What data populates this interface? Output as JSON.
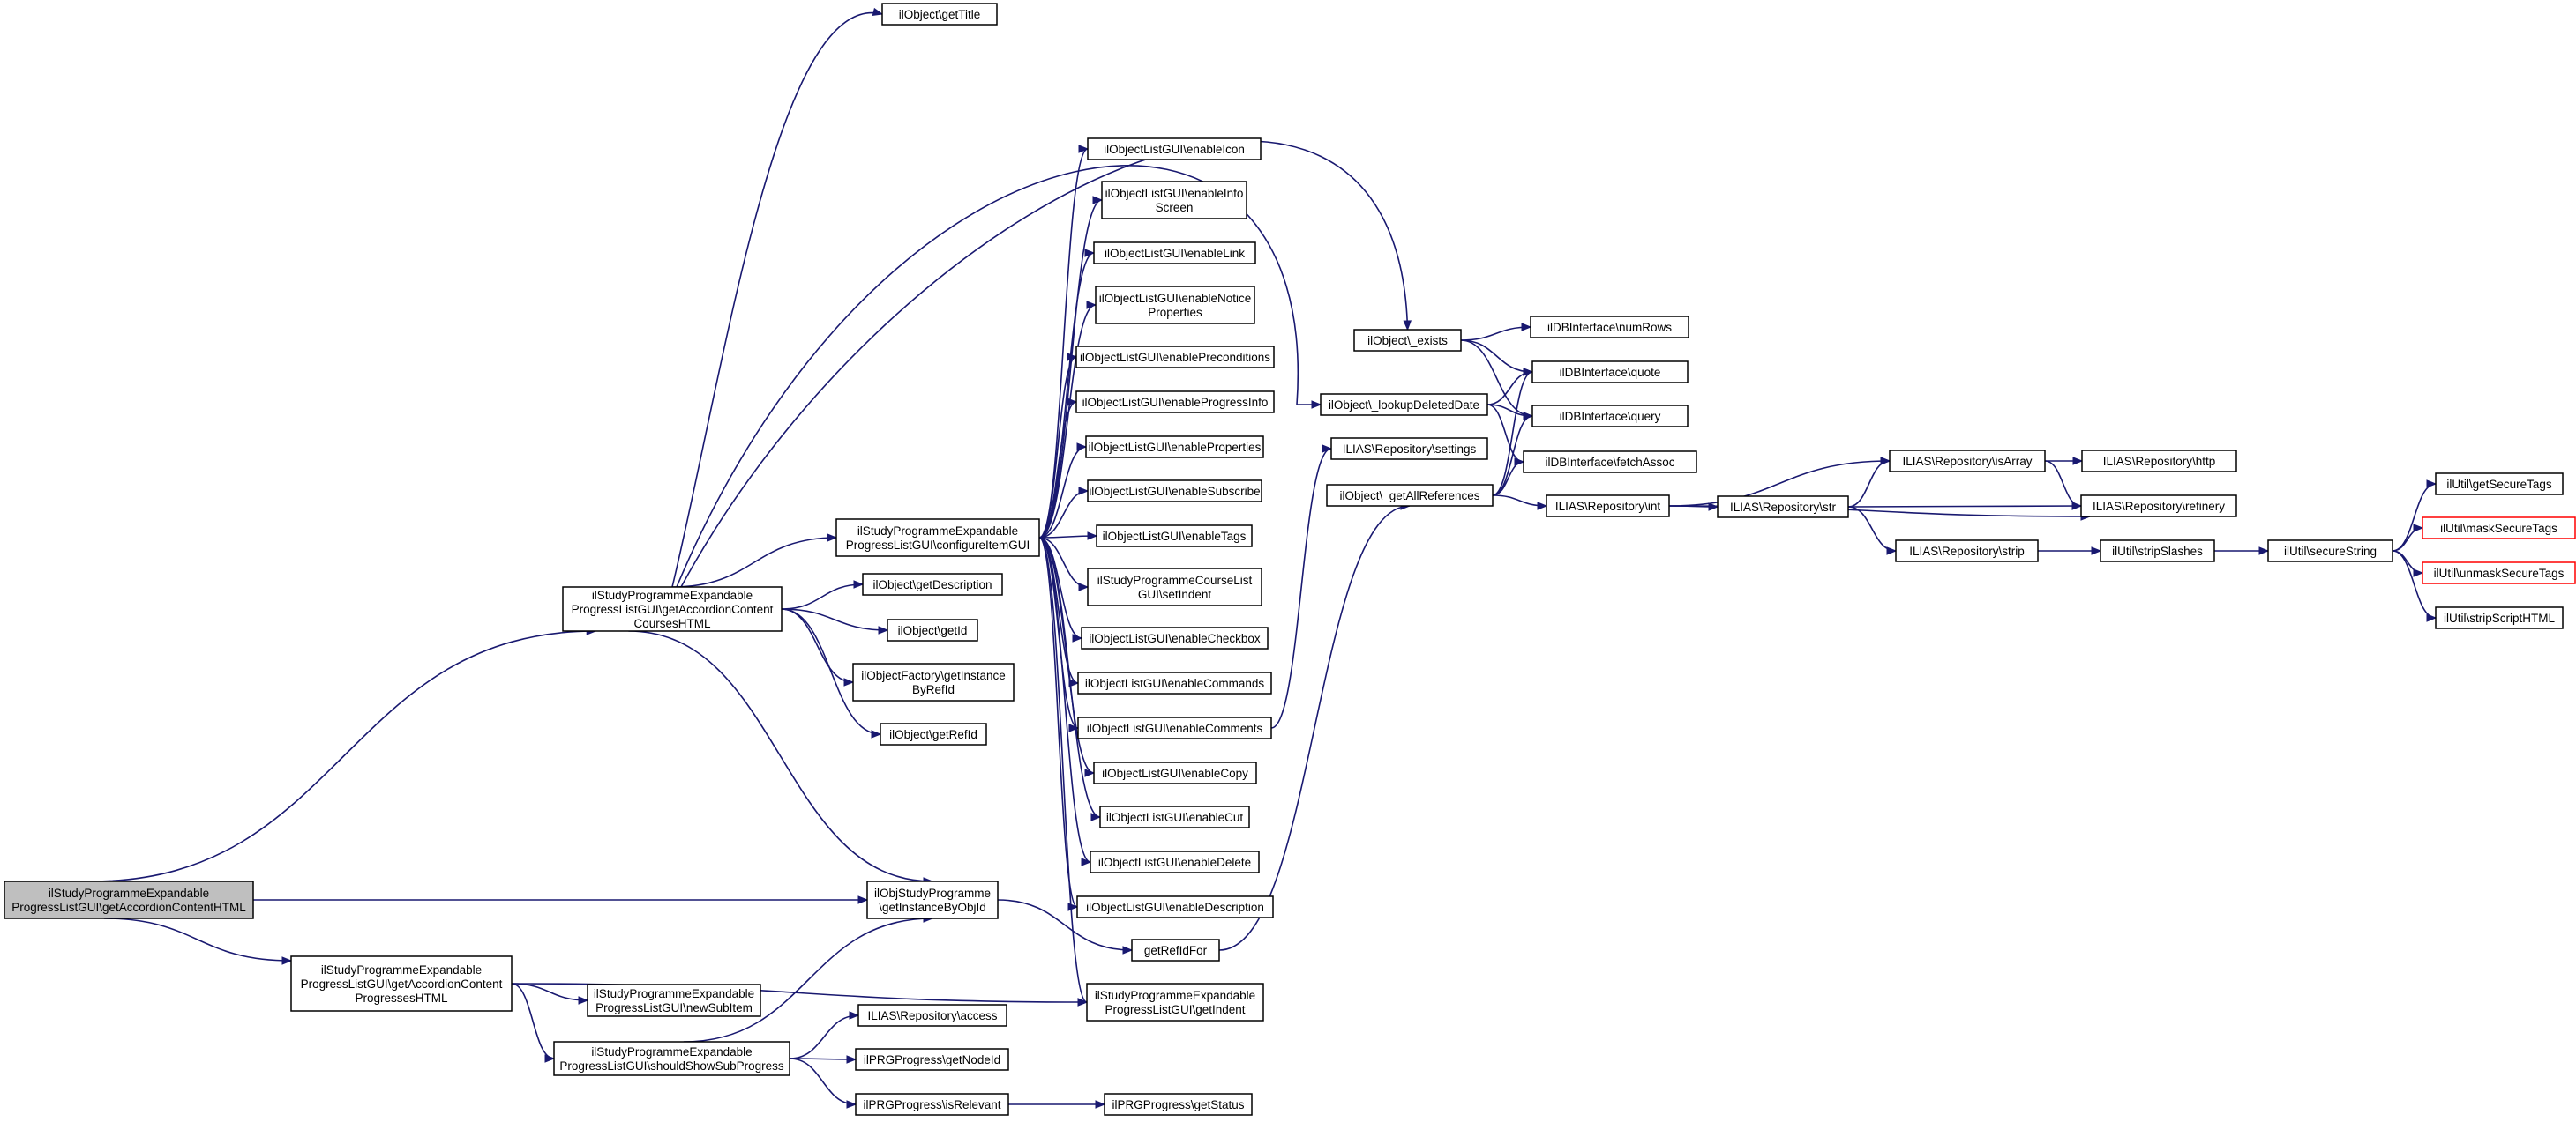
{
  "graph": {
    "edge_color": "#191970",
    "root_fill": "#bfbfbf",
    "node_fill": "#ffffff",
    "alert_border": "#ff0000",
    "nodes": [
      {
        "id": "root",
        "label": [
          "ilStudyProgrammeExpandable",
          "ProgressListGUI\\getAccordionContentHTML"
        ],
        "style": "root"
      },
      {
        "id": "courses",
        "label": [
          "ilStudyProgrammeExpandable",
          "ProgressListGUI\\getAccordionContent",
          "CoursesHTML"
        ]
      },
      {
        "id": "progresses",
        "label": [
          "ilStudyProgrammeExpandable",
          "ProgressListGUI\\getAccordionContent",
          "ProgressesHTML"
        ]
      },
      {
        "id": "newSubItem",
        "label": [
          "ilStudyProgrammeExpandable",
          "ProgressListGUI\\newSubItem"
        ]
      },
      {
        "id": "showSub",
        "label": [
          "ilStudyProgrammeExpandable",
          "ProgressListGUI\\shouldShowSubProgress"
        ]
      },
      {
        "id": "configure",
        "label": [
          "ilStudyProgrammeExpandable",
          "ProgressListGUI\\configureItemGUI"
        ]
      },
      {
        "id": "getTitle",
        "label": [
          "ilObject\\getTitle"
        ]
      },
      {
        "id": "getDescription",
        "label": [
          "ilObject\\getDescription"
        ]
      },
      {
        "id": "getId",
        "label": [
          "ilObject\\getId"
        ]
      },
      {
        "id": "getInstanceByRefId",
        "label": [
          "ilObjectFactory\\getInstance",
          "ByRefId"
        ]
      },
      {
        "id": "getRefId",
        "label": [
          "ilObject\\getRefId"
        ]
      },
      {
        "id": "getInstanceByObjId",
        "label": [
          "ilObjStudyProgramme",
          "\\getInstanceByObjId"
        ]
      },
      {
        "id": "access",
        "label": [
          "ILIAS\\Repository\\access"
        ]
      },
      {
        "id": "getNodeId",
        "label": [
          "ilPRGProgress\\getNodeId"
        ]
      },
      {
        "id": "isRelevant",
        "label": [
          "ilPRGProgress\\isRelevant"
        ]
      },
      {
        "id": "getStatus",
        "label": [
          "ilPRGProgress\\getStatus"
        ]
      },
      {
        "id": "enableIcon",
        "label": [
          "ilObjectListGUI\\enableIcon"
        ]
      },
      {
        "id": "enableInfoScreen",
        "label": [
          "ilObjectListGUI\\enableInfo",
          "Screen"
        ]
      },
      {
        "id": "enableLink",
        "label": [
          "ilObjectListGUI\\enableLink"
        ]
      },
      {
        "id": "enableNoticeProperties",
        "label": [
          "ilObjectListGUI\\enableNotice",
          "Properties"
        ]
      },
      {
        "id": "enablePreconditions",
        "label": [
          "ilObjectListGUI\\enablePreconditions"
        ]
      },
      {
        "id": "enableProgressInfo",
        "label": [
          "ilObjectListGUI\\enableProgressInfo"
        ]
      },
      {
        "id": "enableProperties",
        "label": [
          "ilObjectListGUI\\enableProperties"
        ]
      },
      {
        "id": "enableSubscribe",
        "label": [
          "ilObjectListGUI\\enableSubscribe"
        ]
      },
      {
        "id": "enableTags",
        "label": [
          "ilObjectListGUI\\enableTags"
        ]
      },
      {
        "id": "setIndent",
        "label": [
          "ilStudyProgrammeCourseList",
          "GUI\\setIndent"
        ]
      },
      {
        "id": "enableCheckbox",
        "label": [
          "ilObjectListGUI\\enableCheckbox"
        ]
      },
      {
        "id": "enableCommands",
        "label": [
          "ilObjectListGUI\\enableCommands"
        ]
      },
      {
        "id": "enableComments",
        "label": [
          "ilObjectListGUI\\enableComments"
        ]
      },
      {
        "id": "enableCopy",
        "label": [
          "ilObjectListGUI\\enableCopy"
        ]
      },
      {
        "id": "enableCut",
        "label": [
          "ilObjectListGUI\\enableCut"
        ]
      },
      {
        "id": "enableDelete",
        "label": [
          "ilObjectListGUI\\enableDelete"
        ]
      },
      {
        "id": "enableDescription",
        "label": [
          "ilObjectListGUI\\enableDescription"
        ]
      },
      {
        "id": "getIndent",
        "label": [
          "ilStudyProgrammeExpandable",
          "ProgressListGUI\\getIndent"
        ]
      },
      {
        "id": "getRefIdFor",
        "label": [
          "getRefIdFor"
        ]
      },
      {
        "id": "exists",
        "label": [
          "ilObject\\_exists"
        ]
      },
      {
        "id": "lookupDeleted",
        "label": [
          "ilObject\\_lookupDeletedDate"
        ]
      },
      {
        "id": "settings",
        "label": [
          "ILIAS\\Repository\\settings"
        ]
      },
      {
        "id": "getAllRefs",
        "label": [
          "ilObject\\_getAllReferences"
        ]
      },
      {
        "id": "numRows",
        "label": [
          "ilDBInterface\\numRows"
        ]
      },
      {
        "id": "quote",
        "label": [
          "ilDBInterface\\quote"
        ]
      },
      {
        "id": "query",
        "label": [
          "ilDBInterface\\query"
        ]
      },
      {
        "id": "fetchAssoc",
        "label": [
          "ilDBInterface\\fetchAssoc"
        ]
      },
      {
        "id": "int",
        "label": [
          "ILIAS\\Repository\\int"
        ]
      },
      {
        "id": "isArray",
        "label": [
          "ILIAS\\Repository\\isArray"
        ]
      },
      {
        "id": "http",
        "label": [
          "ILIAS\\Repository\\http"
        ]
      },
      {
        "id": "str",
        "label": [
          "ILIAS\\Repository\\str"
        ]
      },
      {
        "id": "refinery",
        "label": [
          "ILIAS\\Repository\\refinery"
        ]
      },
      {
        "id": "strip",
        "label": [
          "ILIAS\\Repository\\strip"
        ]
      },
      {
        "id": "stripSlashes",
        "label": [
          "ilUtil\\stripSlashes"
        ]
      },
      {
        "id": "secureString",
        "label": [
          "ilUtil\\secureString"
        ]
      },
      {
        "id": "getSecureTags",
        "label": [
          "ilUtil\\getSecureTags"
        ]
      },
      {
        "id": "maskSecureTags",
        "label": [
          "ilUtil\\maskSecureTags"
        ],
        "style": "red"
      },
      {
        "id": "unmaskSecureTags",
        "label": [
          "ilUtil\\unmaskSecureTags"
        ],
        "style": "red"
      },
      {
        "id": "stripScriptHTML",
        "label": [
          "ilUtil\\stripScriptHTML"
        ]
      }
    ],
    "edges": [
      [
        "root",
        "courses"
      ],
      [
        "root",
        "getInstanceByObjId"
      ],
      [
        "root",
        "progresses"
      ],
      [
        "courses",
        "configure"
      ],
      [
        "courses",
        "getTitle"
      ],
      [
        "courses",
        "exists"
      ],
      [
        "courses",
        "lookupDeleted"
      ],
      [
        "courses",
        "getDescription"
      ],
      [
        "courses",
        "getId"
      ],
      [
        "courses",
        "getInstanceByRefId"
      ],
      [
        "courses",
        "getRefId"
      ],
      [
        "courses",
        "getInstanceByObjId"
      ],
      [
        "progresses",
        "newSubItem"
      ],
      [
        "progresses",
        "showSub"
      ],
      [
        "progresses",
        "getIndent"
      ],
      [
        "showSub",
        "getInstanceByObjId"
      ],
      [
        "showSub",
        "access"
      ],
      [
        "showSub",
        "getNodeId"
      ],
      [
        "showSub",
        "isRelevant"
      ],
      [
        "isRelevant",
        "getStatus"
      ],
      [
        "getInstanceByObjId",
        "getRefIdFor"
      ],
      [
        "configure",
        "enableIcon"
      ],
      [
        "configure",
        "enableInfoScreen"
      ],
      [
        "configure",
        "enableLink"
      ],
      [
        "configure",
        "enableNoticeProperties"
      ],
      [
        "configure",
        "enablePreconditions"
      ],
      [
        "configure",
        "enableProgressInfo"
      ],
      [
        "configure",
        "enableProperties"
      ],
      [
        "configure",
        "enableSubscribe"
      ],
      [
        "configure",
        "enableTags"
      ],
      [
        "configure",
        "setIndent"
      ],
      [
        "configure",
        "enableCheckbox"
      ],
      [
        "configure",
        "enableCommands"
      ],
      [
        "configure",
        "enableComments"
      ],
      [
        "configure",
        "enableCopy"
      ],
      [
        "configure",
        "enableCut"
      ],
      [
        "configure",
        "enableDelete"
      ],
      [
        "configure",
        "enableDescription"
      ],
      [
        "configure",
        "getIndent"
      ],
      [
        "enableComments",
        "settings"
      ],
      [
        "getRefIdFor",
        "getAllRefs"
      ],
      [
        "exists",
        "numRows"
      ],
      [
        "exists",
        "quote"
      ],
      [
        "exists",
        "query"
      ],
      [
        "lookupDeleted",
        "quote"
      ],
      [
        "lookupDeleted",
        "query"
      ],
      [
        "lookupDeleted",
        "fetchAssoc"
      ],
      [
        "getAllRefs",
        "quote"
      ],
      [
        "getAllRefs",
        "query"
      ],
      [
        "getAllRefs",
        "fetchAssoc"
      ],
      [
        "getAllRefs",
        "int"
      ],
      [
        "int",
        "isArray"
      ],
      [
        "int",
        "str"
      ],
      [
        "int",
        "refinery"
      ],
      [
        "isArray",
        "http"
      ],
      [
        "isArray",
        "refinery"
      ],
      [
        "str",
        "isArray"
      ],
      [
        "str",
        "refinery"
      ],
      [
        "str",
        "strip"
      ],
      [
        "strip",
        "stripSlashes"
      ],
      [
        "stripSlashes",
        "secureString"
      ],
      [
        "secureString",
        "getSecureTags"
      ],
      [
        "secureString",
        "maskSecureTags"
      ],
      [
        "secureString",
        "unmaskSecureTags"
      ],
      [
        "secureString",
        "stripScriptHTML"
      ]
    ]
  }
}
